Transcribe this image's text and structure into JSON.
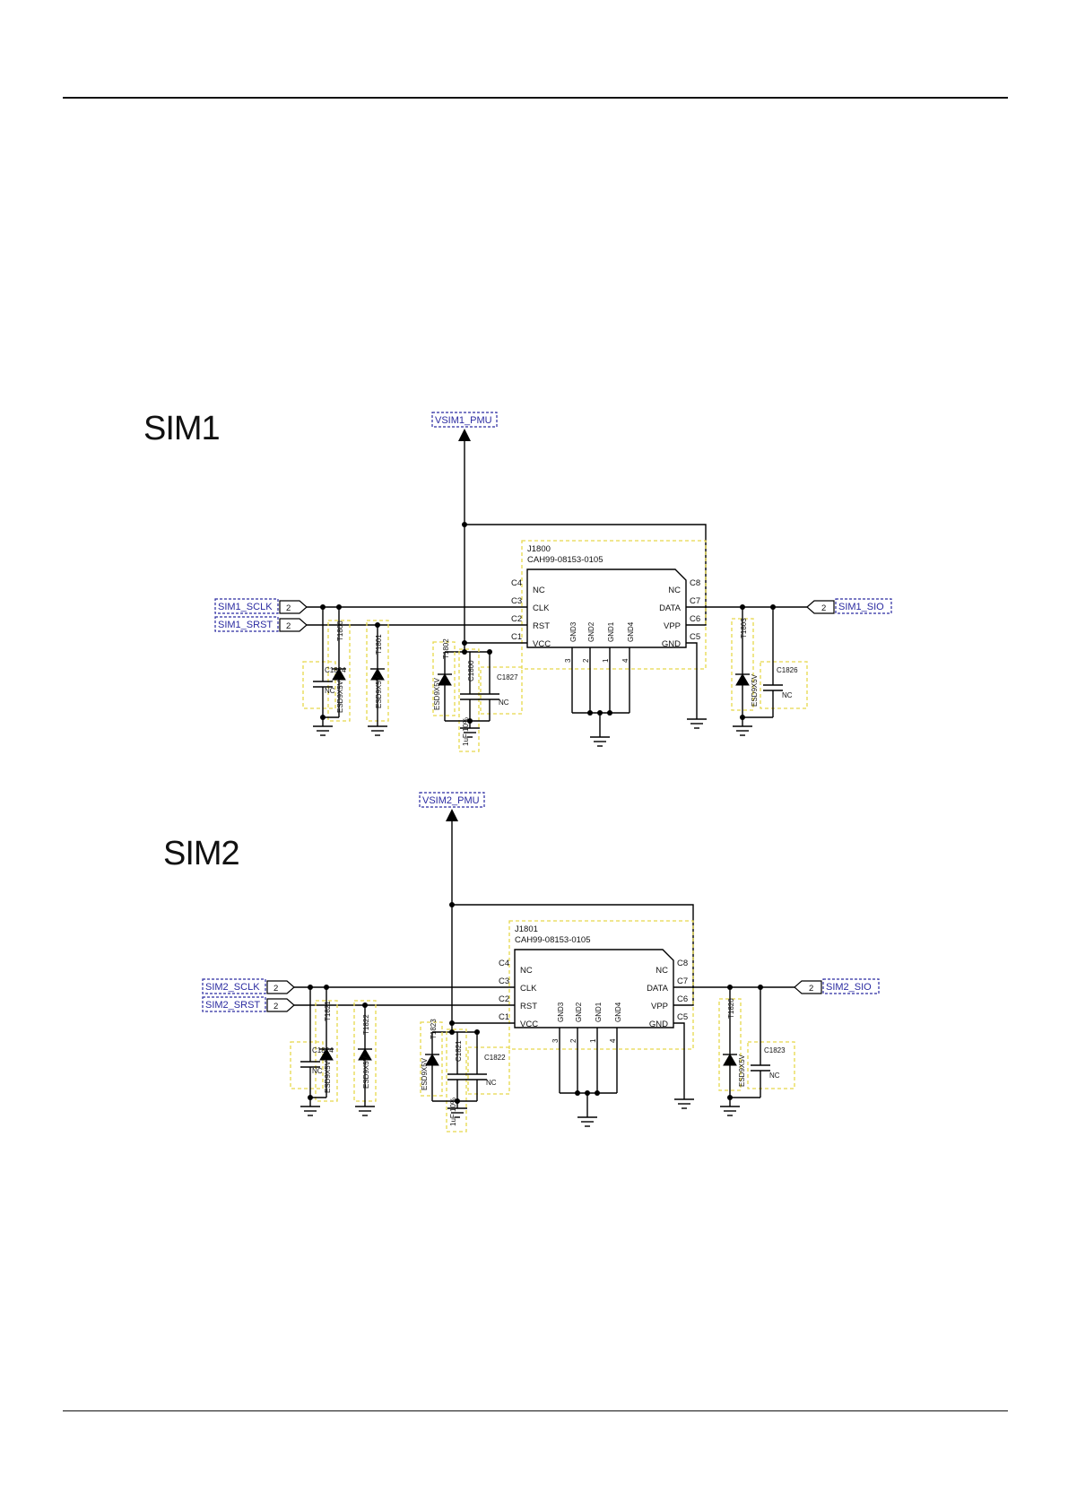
{
  "sections": [
    {
      "title": "SIM1",
      "power_net": "VSIM1_PMU",
      "connector": {
        "ref": "J1800",
        "part": "CAH99-08153-0105"
      },
      "left_pins": [
        {
          "num": "C4",
          "name": "NC"
        },
        {
          "num": "C3",
          "name": "CLK"
        },
        {
          "num": "C2",
          "name": "RST"
        },
        {
          "num": "C1",
          "name": "VCC"
        }
      ],
      "right_pins": [
        {
          "num": "C8",
          "name": "NC"
        },
        {
          "num": "C7",
          "name": "DATA"
        },
        {
          "num": "C6",
          "name": "VPP"
        },
        {
          "num": "C5",
          "name": "GND"
        }
      ],
      "bottom_pins": [
        {
          "num": "3",
          "name": "GND3"
        },
        {
          "num": "2",
          "name": "GND2"
        },
        {
          "num": "1",
          "name": "GND1"
        },
        {
          "num": "4",
          "name": "GND4"
        }
      ],
      "left_nets": [
        {
          "name": "SIM1_SCLK",
          "sheet": "2"
        },
        {
          "name": "SIM1_SRST",
          "sheet": "2"
        }
      ],
      "right_net": {
        "name": "SIM1_SIO",
        "sheet": "2"
      },
      "parts": {
        "cap_left": {
          "ref": "C1824",
          "value": "NC"
        },
        "tvs_a": {
          "ref": "T1800",
          "value": "ESD9X5V"
        },
        "tvs_b": {
          "ref": "T1801",
          "value": "ESD9X5V"
        },
        "tvs_c": {
          "ref": "T1802",
          "value": "ESD9X5V"
        },
        "cap_vcc": {
          "ref": "C1800",
          "value": "1uF 10%"
        },
        "cap_vcc2": {
          "ref": "C1827",
          "value": "NC"
        },
        "tvs_r": {
          "ref": "T1803",
          "value": "ESD9X5V"
        },
        "cap_r": {
          "ref": "C1826",
          "value": "NC"
        }
      }
    },
    {
      "title": "SIM2",
      "power_net": "VSIM2_PMU",
      "connector": {
        "ref": "J1801",
        "part": "CAH99-08153-0105"
      },
      "left_pins": [
        {
          "num": "C4",
          "name": "NC"
        },
        {
          "num": "C3",
          "name": "CLK"
        },
        {
          "num": "C2",
          "name": "RST"
        },
        {
          "num": "C1",
          "name": "VCC"
        }
      ],
      "right_pins": [
        {
          "num": "C8",
          "name": "NC"
        },
        {
          "num": "C7",
          "name": "DATA"
        },
        {
          "num": "C6",
          "name": "VPP"
        },
        {
          "num": "C5",
          "name": "GND"
        }
      ],
      "bottom_pins": [
        {
          "num": "3",
          "name": "GND3"
        },
        {
          "num": "2",
          "name": "GND2"
        },
        {
          "num": "1",
          "name": "GND1"
        },
        {
          "num": "4",
          "name": "GND4"
        }
      ],
      "left_nets": [
        {
          "name": "SIM2_SCLK",
          "sheet": "2"
        },
        {
          "name": "SIM2_SRST",
          "sheet": "2"
        }
      ],
      "right_net": {
        "name": "SIM2_SIO",
        "sheet": "2"
      },
      "parts": {
        "cap_left": {
          "ref": "C1824",
          "value": "NC"
        },
        "tvs_a": {
          "ref": "T1821",
          "value": "ESD9X5V"
        },
        "tvs_b": {
          "ref": "T1822",
          "value": "ESD9X5V"
        },
        "tvs_c": {
          "ref": "T1823",
          "value": "ESD9X5V"
        },
        "cap_vcc": {
          "ref": "C1821",
          "value": "1uF 10%"
        },
        "cap_vcc2": {
          "ref": "C1822",
          "value": "NC"
        },
        "tvs_r": {
          "ref": "T1820",
          "value": "ESD9X5V"
        },
        "cap_r": {
          "ref": "C1823",
          "value": "NC"
        }
      }
    }
  ]
}
